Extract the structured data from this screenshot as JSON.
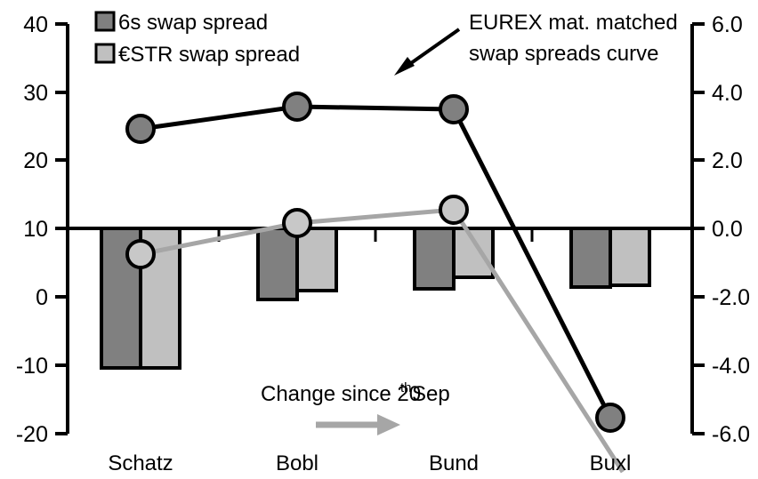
{
  "chart_data": {
    "type": "bar",
    "title": "",
    "categories": [
      "Schatz",
      "Bobl",
      "Bund",
      "Buxl"
    ],
    "grid": false,
    "legend_position": "top-left",
    "left_axis": {
      "label": "",
      "ticks": [
        "40",
        "30",
        "20",
        "10",
        "0",
        "-10",
        "-20"
      ],
      "tick_values": [
        40,
        30,
        20,
        10,
        0,
        -10,
        -20
      ],
      "ylim": [
        -20,
        40
      ]
    },
    "right_axis": {
      "label": "",
      "ticks": [
        "6.0",
        "4.0",
        "2.0",
        "0.0",
        "-2.0",
        "-4.0",
        "-6.0"
      ],
      "tick_values": [
        6.0,
        4.0,
        2.0,
        0.0,
        -2.0,
        -4.0,
        -6.0
      ],
      "ylim": [
        -6.0,
        6.0
      ]
    },
    "series": [
      {
        "name": "6s swap spread",
        "kind": "bar",
        "axis": "right",
        "color": "#808080",
        "values": [
          -4.05,
          -2.08,
          -1.77,
          -1.72
        ]
      },
      {
        "name": "€STR swap spread",
        "kind": "bar",
        "axis": "right",
        "color": "#c0c0c0",
        "values": [
          -4.05,
          -1.82,
          -1.43,
          -1.67
        ]
      },
      {
        "name": "EUREX mat. matched swap spreads curve",
        "kind": "line",
        "axis": "left",
        "color": "#000000",
        "marker_fill": "#808080",
        "values": [
          24.5,
          27.8,
          27.4,
          -18.2
        ]
      },
      {
        "name": "Change since 20th Sep",
        "kind": "line",
        "axis": "right",
        "color": "#a6a6a6",
        "marker_fill": "#c8c8c8",
        "values": [
          -0.75,
          0.08,
          0.55,
          -6.35
        ]
      }
    ]
  },
  "legend": {
    "items": [
      {
        "label": "6s swap spread",
        "color": "#808080"
      },
      {
        "label": "€STR swap spread",
        "color": "#c0c0c0"
      }
    ]
  },
  "annotations": {
    "curve_callout": {
      "line1": "EUREX mat. matched",
      "line2": "swap spreads curve"
    },
    "change_note": {
      "prefix": "Change since 20",
      "superscript": "th",
      "suffix": " Sep"
    }
  },
  "colors": {
    "dark_bar": "#808080",
    "light_bar": "#c0c0c0",
    "line_dark": "#000000",
    "line_gray": "#a6a6a6",
    "marker_dark_fill": "#808080",
    "marker_gray_fill": "#c8c8c8",
    "axis": "#000000",
    "background": "#ffffff"
  }
}
